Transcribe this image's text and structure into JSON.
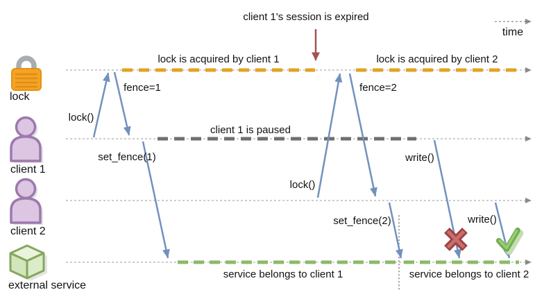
{
  "header": {
    "annotation": "client 1's session is expired",
    "time_axis_label": "time"
  },
  "actors": {
    "lock": {
      "label": "lock",
      "icon": "padlock-icon"
    },
    "client1": {
      "label": "client 1",
      "icon": "person-icon"
    },
    "client2": {
      "label": "client 2",
      "icon": "person-icon"
    },
    "external_service": {
      "label": "external service",
      "icon": "cube-icon"
    }
  },
  "timeline_segments": {
    "lock_client1": "lock is acquired by client 1",
    "lock_client2": "lock is acquired by client 2",
    "client1_paused": "client 1 is paused",
    "service_client1": "service belongs to client 1",
    "service_client2": "service belongs to client 2"
  },
  "messages": {
    "lock_call_1": "lock()",
    "fence_1": "fence=1",
    "set_fence_1": "set_fence(1)",
    "lock_call_2": "lock()",
    "fence_2": "fence=2",
    "set_fence_2": "set_fence(2)",
    "write_fail": "write()",
    "write_ok": "write()"
  },
  "status_icons": {
    "fail": "rejected-x",
    "ok": "accepted-check"
  },
  "colors": {
    "lock_segment": "#e2a321",
    "paused_segment": "#6f6f6f",
    "service_segment": "#8cba6b",
    "message_arrow": "#7191bd",
    "session_expired_arrow": "#a35252",
    "timeline": "#999999",
    "fail_x": "#b05050",
    "ok_check": "#6fae4e"
  }
}
